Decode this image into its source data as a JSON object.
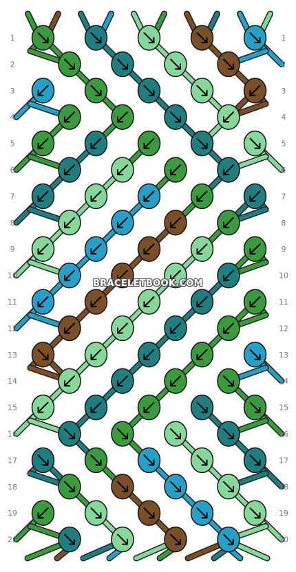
{
  "watermark": "BRACELETBOOK.COM",
  "colors": {
    "A": "#86d79a",
    "B": "#7a4f28",
    "C": "#1f7f80",
    "D": "#27a0c8",
    "E": "#3a9a3e"
  },
  "top_labels": [
    "E",
    "B",
    "C",
    "D",
    "A",
    "E",
    "B",
    "C",
    "D",
    "A"
  ],
  "bottom_labels": [
    "E",
    "B",
    "C",
    "D",
    "A",
    "E",
    "B",
    "C",
    "D",
    "A"
  ],
  "row_numbers": [
    "1",
    "2",
    "3",
    "4",
    "5",
    "6",
    "7",
    "8",
    "9",
    "10",
    "11",
    "12",
    "13",
    "14",
    "15",
    "16",
    "17",
    "18",
    "19",
    "20"
  ],
  "knots": [
    {
      "row": 1,
      "col": 0,
      "color": "E",
      "dir": "se"
    },
    {
      "row": 1,
      "col": 1,
      "color": "C",
      "dir": "se"
    },
    {
      "row": 1,
      "col": 2,
      "color": "A",
      "dir": "se"
    },
    {
      "row": 1,
      "col": 3,
      "color": "B",
      "dir": "se"
    },
    {
      "row": 1,
      "col": 4,
      "color": "D",
      "dir": "se"
    },
    {
      "row": 2,
      "col": 0,
      "color": "E",
      "dir": "se"
    },
    {
      "row": 2,
      "col": 1,
      "color": "C",
      "dir": "se"
    },
    {
      "row": 2,
      "col": 2,
      "color": "A",
      "dir": "se"
    },
    {
      "row": 2,
      "col": 3,
      "color": "B",
      "dir": "se"
    },
    {
      "row": 3,
      "col": 0,
      "color": "D",
      "dir": "sw"
    },
    {
      "row": 3,
      "col": 1,
      "color": "E",
      "dir": "se"
    },
    {
      "row": 3,
      "col": 2,
      "color": "C",
      "dir": "se"
    },
    {
      "row": 3,
      "col": 3,
      "color": "A",
      "dir": "se"
    },
    {
      "row": 3,
      "col": 4,
      "color": "B",
      "dir": "sw"
    },
    {
      "row": 4,
      "col": 0,
      "color": "E",
      "dir": "sw"
    },
    {
      "row": 4,
      "col": 1,
      "color": "E",
      "dir": "sw"
    },
    {
      "row": 4,
      "col": 2,
      "color": "C",
      "dir": "se"
    },
    {
      "row": 4,
      "col": 3,
      "color": "A",
      "dir": "sw"
    },
    {
      "row": 5,
      "col": 0,
      "color": "E",
      "dir": "sw"
    },
    {
      "row": 5,
      "col": 1,
      "color": "C",
      "dir": "sw"
    },
    {
      "row": 5,
      "col": 2,
      "color": "E",
      "dir": "sw"
    },
    {
      "row": 5,
      "col": 3,
      "color": "C",
      "dir": "se"
    },
    {
      "row": 5,
      "col": 4,
      "color": "A",
      "dir": "se"
    },
    {
      "row": 6,
      "col": 0,
      "color": "C",
      "dir": "sw"
    },
    {
      "row": 6,
      "col": 1,
      "color": "A",
      "dir": "sw"
    },
    {
      "row": 6,
      "col": 2,
      "color": "E",
      "dir": "sw"
    },
    {
      "row": 6,
      "col": 3,
      "color": "C",
      "dir": "sw"
    },
    {
      "row": 7,
      "col": 0,
      "color": "C",
      "dir": "sw"
    },
    {
      "row": 7,
      "col": 1,
      "color": "A",
      "dir": "sw"
    },
    {
      "row": 7,
      "col": 2,
      "color": "D",
      "dir": "sw"
    },
    {
      "row": 7,
      "col": 3,
      "color": "E",
      "dir": "sw"
    },
    {
      "row": 7,
      "col": 4,
      "color": "C",
      "dir": "sw"
    },
    {
      "row": 8,
      "col": 0,
      "color": "A",
      "dir": "sw"
    },
    {
      "row": 8,
      "col": 1,
      "color": "D",
      "dir": "sw"
    },
    {
      "row": 8,
      "col": 2,
      "color": "B",
      "dir": "sw"
    },
    {
      "row": 8,
      "col": 3,
      "color": "E",
      "dir": "sw"
    },
    {
      "row": 9,
      "col": 0,
      "color": "A",
      "dir": "sw"
    },
    {
      "row": 9,
      "col": 1,
      "color": "D",
      "dir": "sw"
    },
    {
      "row": 9,
      "col": 2,
      "color": "B",
      "dir": "sw"
    },
    {
      "row": 9,
      "col": 3,
      "color": "A",
      "dir": "sw"
    },
    {
      "row": 9,
      "col": 4,
      "color": "E",
      "dir": "sw"
    },
    {
      "row": 10,
      "col": 0,
      "color": "D",
      "dir": "sw"
    },
    {
      "row": 10,
      "col": 1,
      "color": "B",
      "dir": "sw"
    },
    {
      "row": 10,
      "col": 2,
      "color": "A",
      "dir": "sw"
    },
    {
      "row": 10,
      "col": 3,
      "color": "C",
      "dir": "sw"
    },
    {
      "row": 11,
      "col": 0,
      "color": "D",
      "dir": "sw"
    },
    {
      "row": 11,
      "col": 1,
      "color": "B",
      "dir": "sw"
    },
    {
      "row": 11,
      "col": 2,
      "color": "A",
      "dir": "sw"
    },
    {
      "row": 11,
      "col": 3,
      "color": "C",
      "dir": "sw"
    },
    {
      "row": 11,
      "col": 4,
      "color": "E",
      "dir": "sw"
    },
    {
      "row": 12,
      "col": 0,
      "color": "B",
      "dir": "sw"
    },
    {
      "row": 12,
      "col": 1,
      "color": "A",
      "dir": "sw"
    },
    {
      "row": 12,
      "col": 2,
      "color": "C",
      "dir": "sw"
    },
    {
      "row": 12,
      "col": 3,
      "color": "E",
      "dir": "sw"
    },
    {
      "row": 13,
      "col": 0,
      "color": "B",
      "dir": "se"
    },
    {
      "row": 13,
      "col": 1,
      "color": "A",
      "dir": "sw"
    },
    {
      "row": 13,
      "col": 2,
      "color": "C",
      "dir": "sw"
    },
    {
      "row": 13,
      "col": 3,
      "color": "E",
      "dir": "sw"
    },
    {
      "row": 13,
      "col": 4,
      "color": "D",
      "dir": "se"
    },
    {
      "row": 14,
      "col": 0,
      "color": "A",
      "dir": "sw"
    },
    {
      "row": 14,
      "col": 1,
      "color": "C",
      "dir": "sw"
    },
    {
      "row": 14,
      "col": 2,
      "color": "E",
      "dir": "sw"
    },
    {
      "row": 14,
      "col": 3,
      "color": "E",
      "dir": "se"
    },
    {
      "row": 15,
      "col": 0,
      "color": "A",
      "dir": "sw"
    },
    {
      "row": 15,
      "col": 1,
      "color": "C",
      "dir": "sw"
    },
    {
      "row": 15,
      "col": 2,
      "color": "E",
      "dir": "sw"
    },
    {
      "row": 15,
      "col": 3,
      "color": "C",
      "dir": "se"
    },
    {
      "row": 15,
      "col": 4,
      "color": "E",
      "dir": "se"
    },
    {
      "row": 16,
      "col": 0,
      "color": "C",
      "dir": "se"
    },
    {
      "row": 16,
      "col": 1,
      "color": "E",
      "dir": "se"
    },
    {
      "row": 16,
      "col": 2,
      "color": "A",
      "dir": "se"
    },
    {
      "row": 16,
      "col": 3,
      "color": "C",
      "dir": "se"
    },
    {
      "row": 17,
      "col": 0,
      "color": "C",
      "dir": "se"
    },
    {
      "row": 17,
      "col": 1,
      "color": "E",
      "dir": "se"
    },
    {
      "row": 17,
      "col": 2,
      "color": "D",
      "dir": "se"
    },
    {
      "row": 17,
      "col": 3,
      "color": "A",
      "dir": "se"
    },
    {
      "row": 17,
      "col": 4,
      "color": "C",
      "dir": "se"
    },
    {
      "row": 18,
      "col": 0,
      "color": "E",
      "dir": "se"
    },
    {
      "row": 18,
      "col": 1,
      "color": "B",
      "dir": "se"
    },
    {
      "row": 18,
      "col": 2,
      "color": "D",
      "dir": "se"
    },
    {
      "row": 18,
      "col": 3,
      "color": "A",
      "dir": "se"
    },
    {
      "row": 19,
      "col": 0,
      "color": "E",
      "dir": "sw"
    },
    {
      "row": 19,
      "col": 1,
      "color": "A",
      "dir": "se"
    },
    {
      "row": 19,
      "col": 2,
      "color": "B",
      "dir": "se"
    },
    {
      "row": 19,
      "col": 3,
      "color": "D",
      "dir": "se"
    },
    {
      "row": 19,
      "col": 4,
      "color": "A",
      "dir": "se"
    },
    {
      "row": 20,
      "col": 0,
      "color": "C",
      "dir": "se"
    },
    {
      "row": 20,
      "col": 1,
      "color": "A",
      "dir": "se"
    },
    {
      "row": 20,
      "col": 2,
      "color": "B",
      "dir": "se"
    },
    {
      "row": 20,
      "col": 3,
      "color": "D",
      "dir": "se"
    }
  ]
}
